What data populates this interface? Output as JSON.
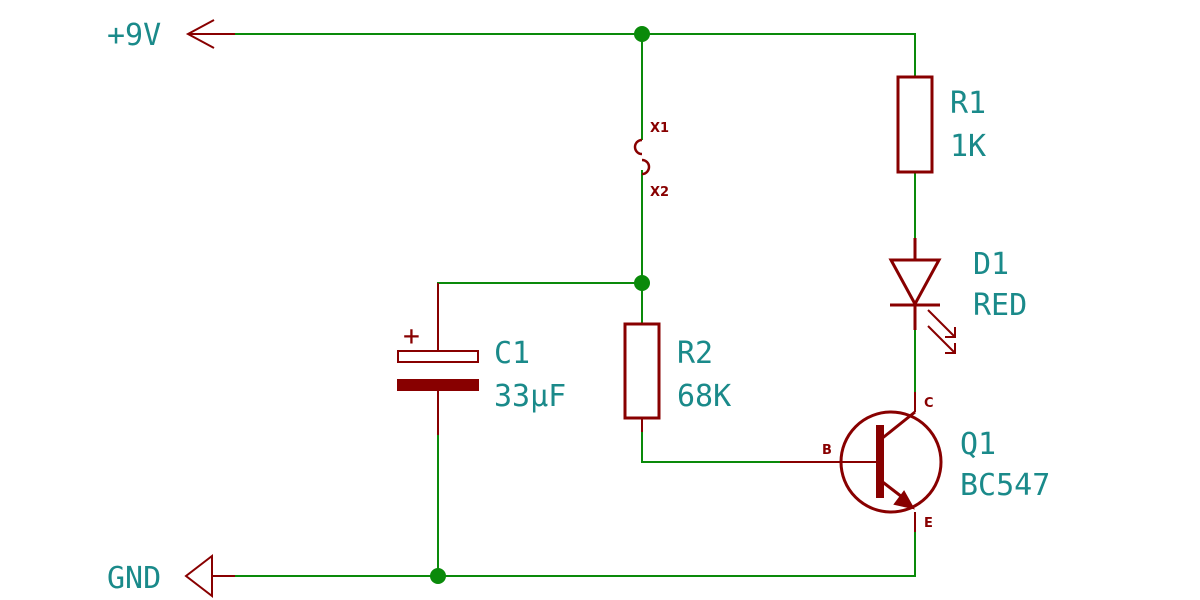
{
  "colors": {
    "background": "#ffffff",
    "wire": "#0a8a0a",
    "component": "#880000",
    "text": "#1a8a8a",
    "junction": "#0a8a0a"
  },
  "power": {
    "vcc": "+9V",
    "gnd": "GND"
  },
  "components": {
    "r1": {
      "ref": "R1",
      "value": "1K"
    },
    "r2": {
      "ref": "R2",
      "value": "68K"
    },
    "c1": {
      "ref": "C1",
      "value": "33µF",
      "polarity": "+"
    },
    "d1": {
      "ref": "D1",
      "value": "RED"
    },
    "q1": {
      "ref": "Q1",
      "value": "BC547",
      "pins": {
        "b": "B",
        "c": "C",
        "e": "E"
      }
    },
    "x": {
      "pin1": "X1",
      "pin2": "X2"
    }
  },
  "icons": {
    "power_arrow": "power-arrow-icon",
    "ground": "ground-icon",
    "resistor": "resistor-icon",
    "capacitor": "polarized-capacitor-icon",
    "led": "led-icon",
    "transistor": "npn-transistor-icon",
    "contacts": "open-contacts-icon"
  }
}
